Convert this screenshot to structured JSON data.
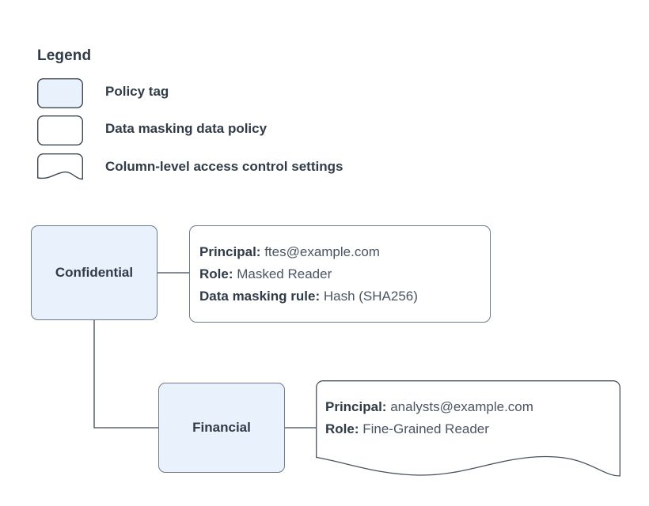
{
  "legend": {
    "title": "Legend",
    "items": [
      {
        "label": "Policy tag",
        "shape": "rounded-rect",
        "fill": "#e9f1fd",
        "icon": "policy-tag-swatch-icon"
      },
      {
        "label": "Data masking data policy",
        "shape": "rounded-rect",
        "fill": "#ffffff",
        "icon": "data-masking-policy-swatch-icon"
      },
      {
        "label": "Column-level access control settings",
        "shape": "document-wave",
        "fill": "#ffffff",
        "icon": "column-access-settings-swatch-icon"
      }
    ]
  },
  "diagram": {
    "nodes": [
      {
        "id": "confidential",
        "label": "Confidential",
        "fill": "#e9f1fd"
      },
      {
        "id": "financial",
        "label": "Financial",
        "fill": "#e9f1fd"
      }
    ],
    "details": [
      {
        "id": "confidential-policy",
        "shape": "rounded-rect",
        "lines": [
          {
            "key": "Principal:",
            "value": "ftes@example.com"
          },
          {
            "key": "Role:",
            "value": "Masked Reader"
          },
          {
            "key": "Data masking rule:",
            "value": "Hash (SHA256)"
          }
        ]
      },
      {
        "id": "financial-policy",
        "shape": "document-wave",
        "lines": [
          {
            "key": "Principal:",
            "value": "analysts@example.com"
          },
          {
            "key": "Role:",
            "value": "Fine-Grained Reader"
          }
        ]
      }
    ],
    "edges": [
      {
        "from": "confidential",
        "to": "confidential-policy"
      },
      {
        "from": "confidential",
        "to": "financial"
      },
      {
        "from": "financial",
        "to": "financial-policy"
      }
    ]
  },
  "colors": {
    "node_fill": "#e9f1fd",
    "stroke": "#6d7b8d",
    "text": "#303b49",
    "value_text": "#4a5462",
    "background": "#ffffff"
  }
}
